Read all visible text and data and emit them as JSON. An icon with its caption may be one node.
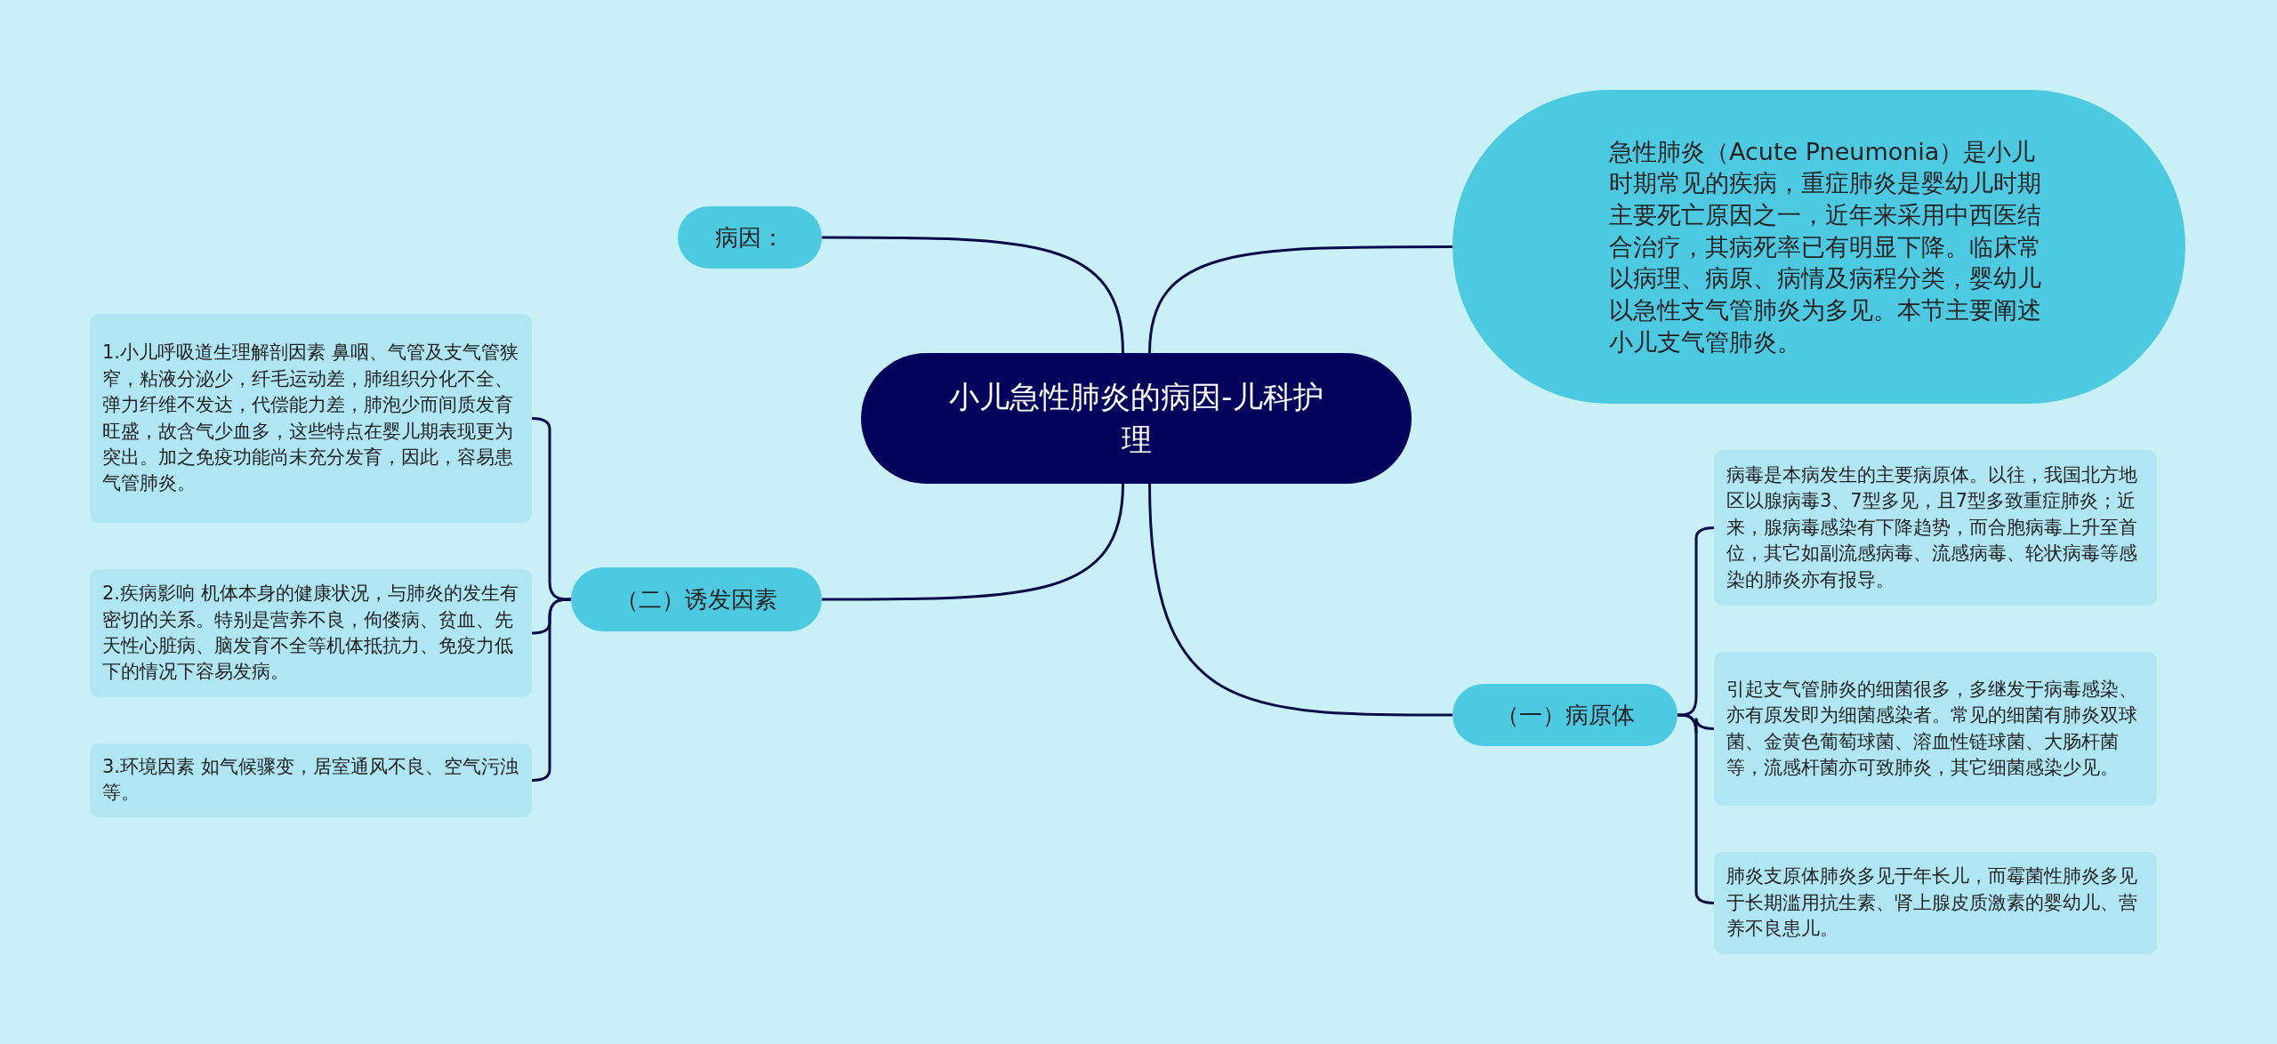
{
  "diagram": {
    "nodes": [
      {
        "text": [
          "小儿急性肺炎的病因-儿科护理"
        ]
      },
      {
        "text": [
          "病因："
        ]
      },
      {
        "text": [
          "急性肺炎（Acute Pneumonia）是小儿时期常见的疾病，重症肺炎是婴幼儿时期主要死亡原因之一，近年来采用中西医结合治疗，其病死率已有明显下降。临床常以病理、病原、病情及病程分类，婴幼儿以急性支气管肺炎为多见。本节主要阐述小儿支气管肺炎。"
        ]
      },
      {
        "text": [
          "（二）诱发因素"
        ]
      },
      {
        "text": [
          "1.小儿呼吸道生理解剖因素 鼻咽、气管及支气管狭窄，粘液分泌少，纤毛运动差，肺组织分化不全、弹力纤维不发达，代偿能力差，肺泡少而间质发育旺盛，故含气少血多，这些特点在婴儿期表现更为突出。加之免疫功能尚未充分发育，因此，容易患气管肺炎。"
        ]
      },
      {
        "text": [
          "2.疾病影响 机体本身的健康状况，与肺炎的发生有密切的关系。特别是营养不良，佝偻病、贫血、先天性心脏病、脑发育不全等机体抵抗力、免疫力低下的情况下容易发病。"
        ]
      },
      {
        "text": [
          "3.环境因素 如气候骤变，居室通风不良、空气污浊等。"
        ]
      },
      {
        "text": [
          "（一）病原体"
        ]
      },
      {
        "text": [
          "病毒是本病发生的主要病原体。以往，我国北方地区以腺病毒3、7型多见，且7型多致重症肺炎；近来，腺病毒感染有下降趋势，而合胞病毒上升至首位，其它如副流感病毒、流感病毒、轮状病毒等感染的肺炎亦有报导。"
        ]
      },
      {
        "text": [
          "引起支气管肺炎的细菌很多，多继发于病毒感染、亦有原发即为细菌感染者。常见的细菌有肺炎双球菌、金黄色葡萄球菌、溶血性链球菌、大肠杆菌等，流感杆菌亦可致肺炎，其它细菌感染少见。"
        ]
      },
      {
        "text": [
          "肺炎支原体肺炎多见于年长儿，而霉菌性肺炎多见于长期滥用抗生素、肾上腺皮质激素的婴幼儿、营养不良患儿。"
        ]
      }
    ],
    "edges": [
      {
        "from": 0,
        "to": 1,
        "arrow": "none"
      },
      {
        "from": 0,
        "to": 2,
        "arrow": "none"
      },
      {
        "from": 0,
        "to": 3,
        "arrow": "none"
      },
      {
        "from": 0,
        "to": 7,
        "arrow": "none"
      },
      {
        "from": 3,
        "to": 4,
        "arrow": "none"
      },
      {
        "from": 3,
        "to": 5,
        "arrow": "none"
      },
      {
        "from": 3,
        "to": 6,
        "arrow": "none"
      },
      {
        "from": 7,
        "to": 8,
        "arrow": "none"
      },
      {
        "from": 7,
        "to": 9,
        "arrow": "none"
      },
      {
        "from": 7,
        "to": 10,
        "arrow": "none"
      }
    ]
  }
}
